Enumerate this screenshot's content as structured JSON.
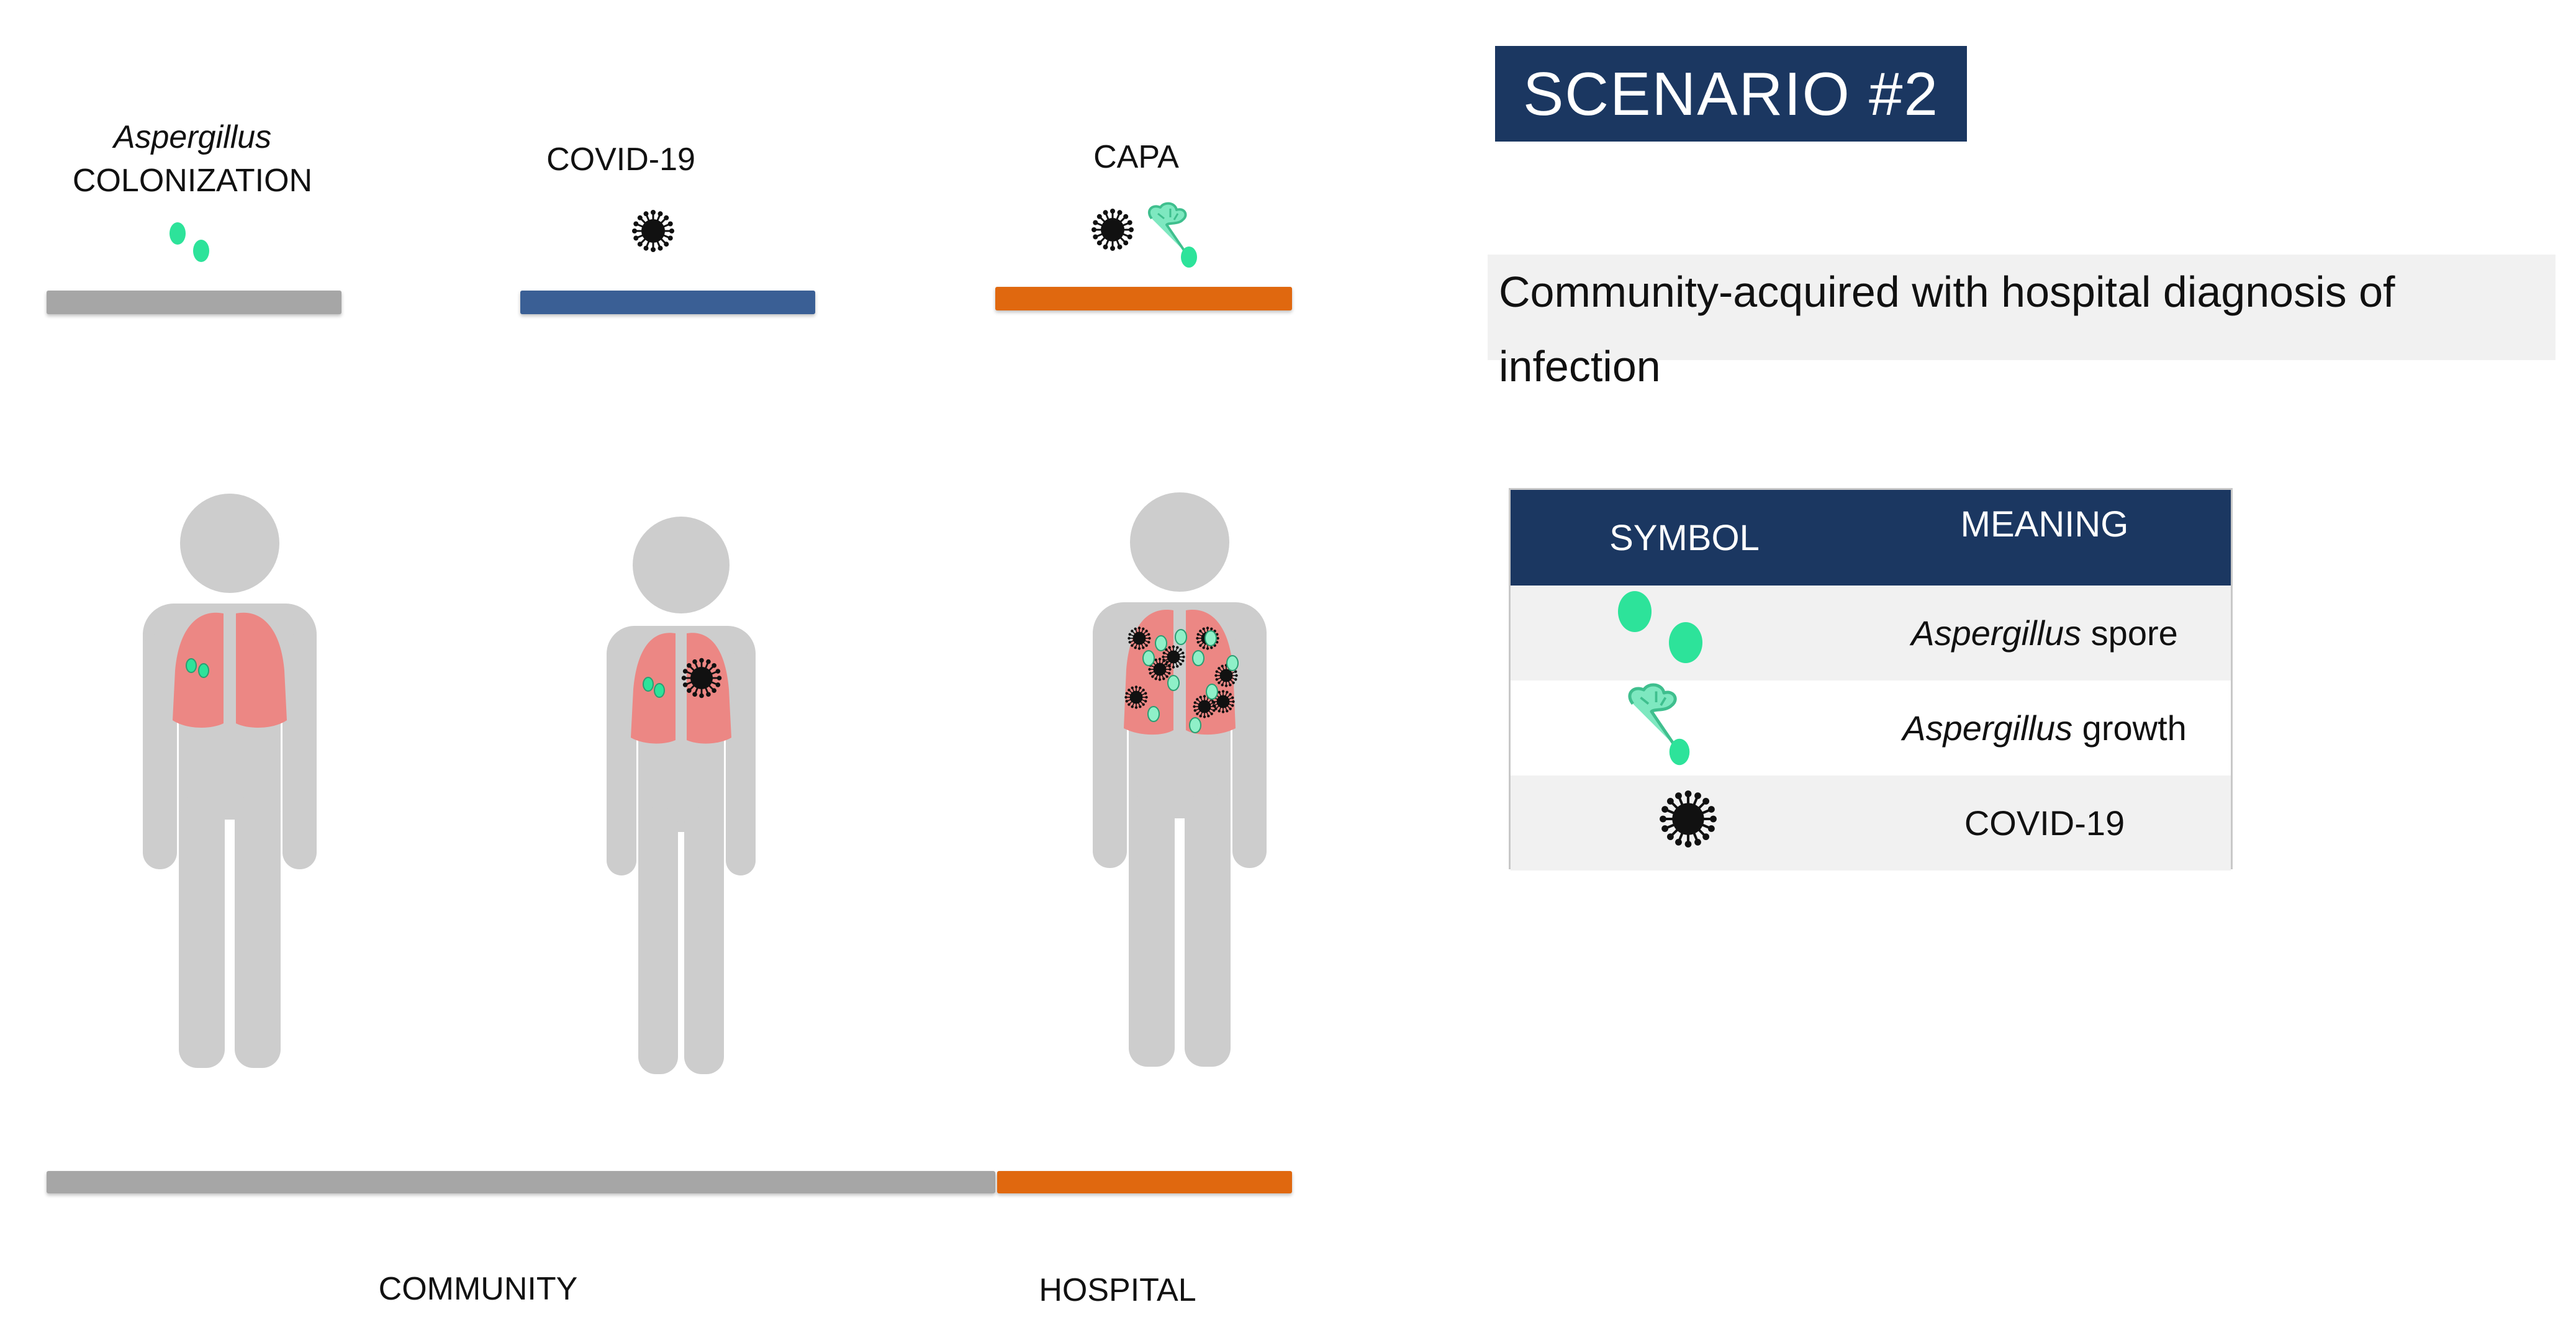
{
  "stages": [
    {
      "label_italic": "Aspergillus",
      "label": "COLONIZATION",
      "bar_color": "#a6a6a6"
    },
    {
      "label_italic": "",
      "label": "COVID-19",
      "bar_color": "#3a5f95"
    },
    {
      "label_italic": "",
      "label": "CAPA",
      "bar_color": "#e0680f"
    }
  ],
  "scenario": {
    "title": "SCENARIO #2",
    "description": "Community-acquired with hospital diagnosis of infection"
  },
  "legend": {
    "header_symbol": "SYMBOL",
    "header_meaning": "MEANING",
    "rows": [
      {
        "meaning_italic": "Aspergillus",
        "meaning_rest": " spore",
        "icon": "spore-icon"
      },
      {
        "meaning_italic": "Aspergillus",
        "meaning_rest": " growth",
        "icon": "growth-icon"
      },
      {
        "meaning_italic": "",
        "meaning_rest": "COVID-19",
        "icon": "virus-icon"
      }
    ]
  },
  "timeline": {
    "community_label": "COMMUNITY",
    "hospital_label": "HOSPITAL",
    "community_color": "#a6a6a6",
    "hospital_color": "#e0680f"
  },
  "colors": {
    "navy": "#1b3761",
    "spore": "#2de39a",
    "lung": "#ec8784",
    "body": "#cdcdcd",
    "virus": "#111111"
  }
}
